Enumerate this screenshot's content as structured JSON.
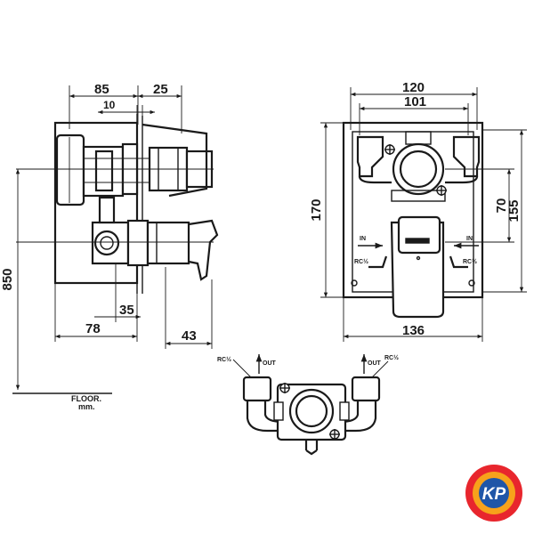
{
  "side_view": {
    "dim_85": "85",
    "dim_25": "25",
    "dim_10": "10",
    "dim_850": "850",
    "dim_35": "35",
    "dim_78": "78",
    "dim_43": "43",
    "floor_line1": "FLOOR.",
    "floor_line2": "mm."
  },
  "front_view": {
    "dim_120": "120",
    "dim_101": "101",
    "dim_170": "170",
    "dim_70": "70",
    "dim_155": "155",
    "dim_136": "136",
    "in_left": "IN",
    "in_right": "IN",
    "rc_left": "RC½",
    "rc_right": "RC½"
  },
  "bottom_view": {
    "rc_left": "RC½",
    "rc_right": "RC½",
    "out_left": "OUT",
    "out_right": "OUT"
  },
  "logo": {
    "text": "KP",
    "colors": {
      "ring": "#e8262d",
      "inner": "#f7a21b",
      "center": "#1f56a8"
    }
  }
}
